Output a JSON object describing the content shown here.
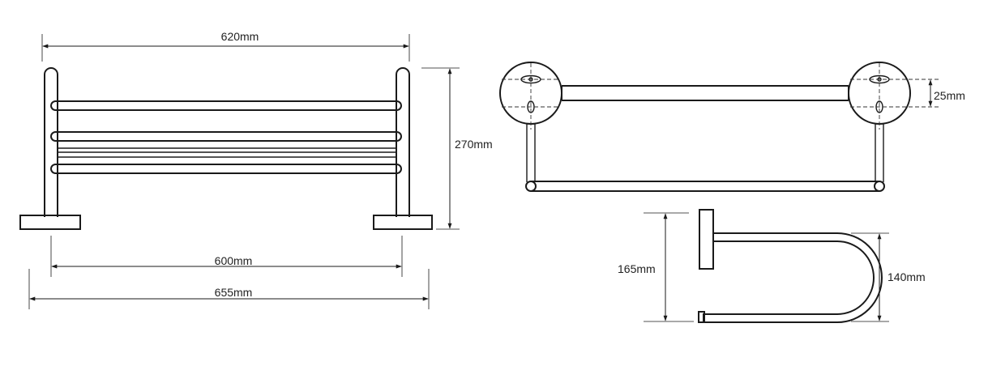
{
  "dimensions": {
    "shelf_top_width": "620mm",
    "shelf_height": "270mm",
    "shelf_inner_width": "600mm",
    "shelf_total_width": "655mm",
    "rail_mount_diameter": "25mm",
    "holder_height": "165mm",
    "holder_loop_height": "140mm"
  }
}
